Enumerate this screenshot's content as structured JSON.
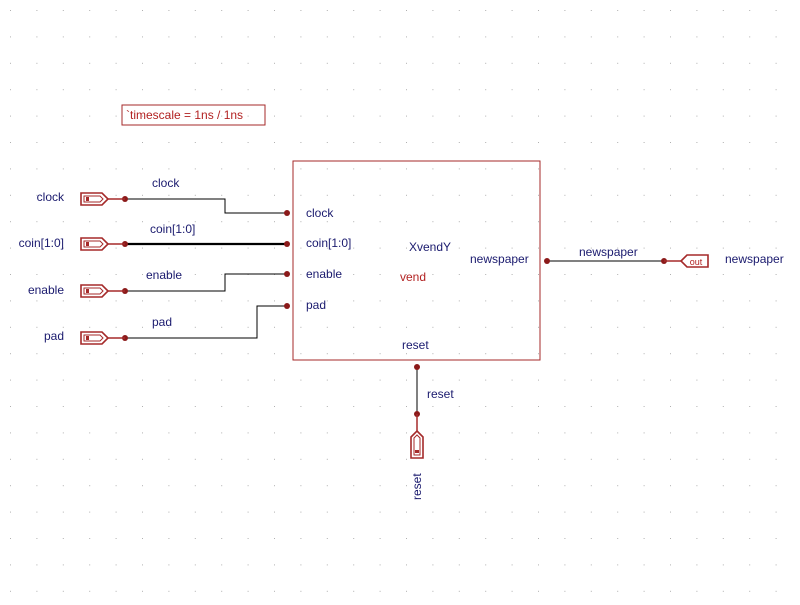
{
  "timescale_label": "`timescale =  1ns / 1ns",
  "module": {
    "cell_name": "XvendY",
    "module_name": "vend",
    "pins": {
      "clock": "clock",
      "coin": "coin[1:0]",
      "enable": "enable",
      "pad": "pad",
      "newspaper": "newspaper",
      "reset": "reset"
    }
  },
  "input_ports": [
    {
      "name": "clock"
    },
    {
      "name": "coin[1:0]"
    },
    {
      "name": "enable"
    },
    {
      "name": "pad"
    }
  ],
  "output_ports": [
    {
      "name": "newspaper",
      "symbol_text": "out"
    }
  ],
  "bottom_port": {
    "name": "reset"
  },
  "nets": {
    "clock": "clock",
    "coin": "coin[1:0]",
    "enable": "enable",
    "pad": "pad",
    "newspaper": "newspaper",
    "reset": "reset"
  },
  "colors": {
    "grid_dot": "#b0b0b0",
    "component": "#a52a2a",
    "wire": "#000000",
    "label": "#1a1a6e",
    "module_name": "#b22222"
  }
}
